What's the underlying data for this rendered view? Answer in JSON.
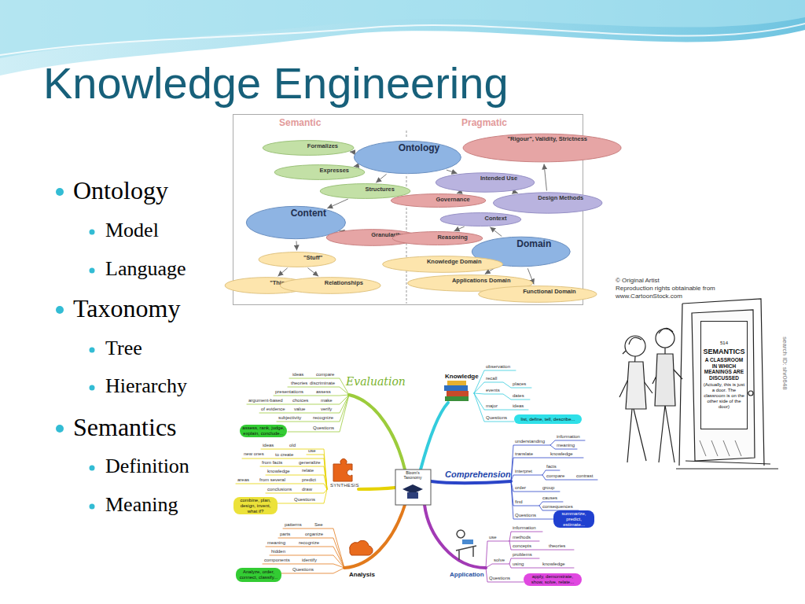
{
  "diagram": {
    "title": "Knowledge Engineering",
    "nodes": [
      {
        "text": [
          "Semantic",
          "Pragmatic"
        ]
      },
      {
        "text": [
          "Ontology"
        ],
        "in": 0
      },
      {
        "text": [
          "\"Rigour\", Validity, Strictness"
        ],
        "in": 0
      },
      {
        "text": [
          "Formalizes"
        ],
        "in": 0
      },
      {
        "text": [
          "Expresses"
        ],
        "in": 0
      },
      {
        "text": [
          "Intended Use"
        ],
        "in": 0
      },
      {
        "text": [
          "Structures"
        ],
        "in": 0
      },
      {
        "text": [
          "Governance"
        ],
        "in": 0
      },
      {
        "text": [
          "Design Methods"
        ],
        "in": 0
      },
      {
        "text": [
          "Context"
        ],
        "in": 0
      },
      {
        "text": [
          "Content"
        ],
        "in": 0
      },
      {
        "text": [
          "Granularity"
        ],
        "in": 0
      },
      {
        "text": [
          "Reasoning"
        ],
        "in": 0
      },
      {
        "text": [
          "Domain"
        ],
        "in": 0
      },
      {
        "text": [
          "\"Stuff\""
        ],
        "in": 0
      },
      {
        "text": [
          "Knowledge Domain"
        ],
        "in": 0
      },
      {
        "text": [
          "Applications Domain"
        ],
        "in": 0
      },
      {
        "text": [
          "\"Things\""
        ],
        "in": 0
      },
      {
        "text": [
          "Relationships"
        ],
        "in": 0
      },
      {
        "text": [
          "Functional Domain"
        ],
        "in": 0
      },
      {
        "text": [
          "list, define, tell, describe..."
        ]
      },
      {
        "text": [
          "assess, rank, judge, explain, conclude..."
        ]
      },
      {
        "text": [
          "combine, plan, design, invent, what if?"
        ]
      },
      {
        "text": [
          "summarize, predict, estimate..."
        ]
      },
      {
        "text": [
          "Analyze, order, connect, classify..."
        ]
      },
      {
        "text": [
          "apply, demonstrate, show, solve, relate..."
        ]
      },
      {
        "text": [
          "514",
          "SEMANTICS",
          "A CLASSROOM IN WHICH MEANINGS ARE DISCUSSED",
          "(Actually, this is just a door. The classroom is on the other side of the door)"
        ]
      }
    ],
    "edges": [
      {
        "from": 1,
        "to": 3,
        "arrow": "to"
      },
      {
        "from": 1,
        "to": 4,
        "arrow": "to"
      },
      {
        "from": 1,
        "to": 6,
        "arrow": "to"
      },
      {
        "from": 6,
        "to": 10,
        "arrow": "to"
      },
      {
        "from": 10,
        "to": 11,
        "arrow": "to"
      },
      {
        "from": 10,
        "to": 14,
        "arrow": "to"
      },
      {
        "from": 14,
        "to": 17,
        "arrow": "to"
      },
      {
        "from": 14,
        "to": 18,
        "arrow": "to"
      },
      {
        "from": 1,
        "to": 5,
        "arrow": "to"
      },
      {
        "from": 5,
        "to": 7,
        "arrow": "to"
      },
      {
        "from": 5,
        "to": 8,
        "arrow": "to"
      },
      {
        "from": 8,
        "to": 2,
        "arrow": "to"
      },
      {
        "from": 13,
        "to": 9,
        "arrow": "to"
      },
      {
        "from": 9,
        "to": 12,
        "arrow": "to"
      },
      {
        "from": 13,
        "to": 15,
        "arrow": "to"
      },
      {
        "from": 13,
        "to": 16,
        "arrow": "to"
      },
      {
        "from": 13,
        "to": 19,
        "arrow": "to"
      }
    ],
    "labels": [
      "Ontology",
      "Model",
      "Language",
      "Taxonomy",
      "Tree",
      "Hierarchy",
      "Semantics",
      "Definition",
      "Meaning",
      "Bloom's Taxonomy",
      "Evaluation",
      "ideas",
      "compare",
      "theories",
      "discriminate",
      "presentations",
      "assess",
      "argument-based",
      "choices",
      "make",
      "of evidence",
      "value",
      "verify",
      "subjectivity",
      "recognize",
      "Questions",
      "Knowledge",
      "observation",
      "recall",
      "places",
      "events",
      "dates",
      "major",
      "ideas",
      "Questions",
      "Comprehension",
      "understanding",
      "information",
      "meaning",
      "translate",
      "knowledge",
      "interpret",
      "facts",
      "compare",
      "contrast",
      "order",
      "group",
      "find",
      "causes",
      "consequences",
      "Questions",
      "Application",
      "use",
      "information",
      "methods",
      "concepts",
      "theories",
      "problems",
      "solve",
      "using",
      "knowledge",
      "Questions",
      "Analysis",
      "patterns",
      "See",
      "parts",
      "organize",
      "meaning",
      "recognize",
      "hidden",
      "components",
      "identify",
      "Questions",
      "SYNTHESIS",
      "ideas",
      "old",
      "use",
      "new ones",
      "to create",
      "from facts",
      "generalize",
      "knowledge",
      "relate",
      "areas",
      "from several",
      "predict",
      "conclusions",
      "draw",
      "Questions",
      "© Original Artist",
      "Reproduction rights obtainable from",
      "www.CartoonStock.com",
      "search ID: shr0648"
    ]
  }
}
